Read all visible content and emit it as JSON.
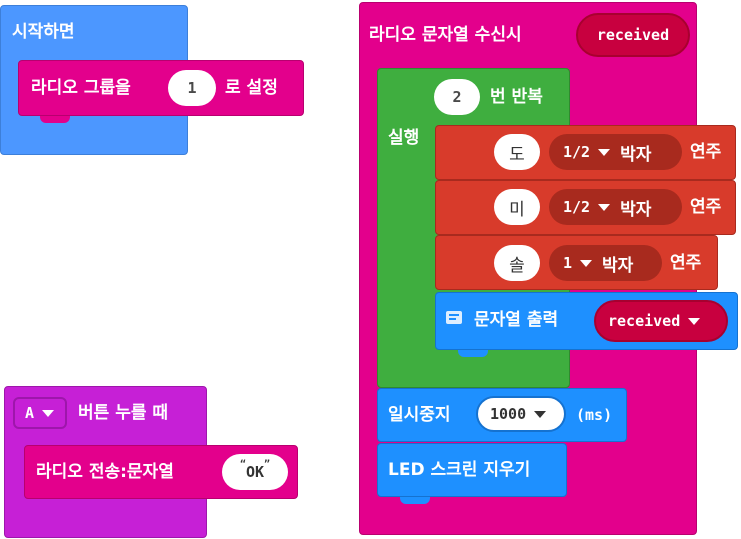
{
  "colors": {
    "event": "#4c97ff",
    "radio": "#e3008c",
    "radio_dark": "#b8006f",
    "loop": "#3fae3f",
    "music": "#d83b2b",
    "music_dark": "#a82a1e",
    "basic": "#1e90ff",
    "input": "#c620d6"
  },
  "on_start": {
    "label": "시작하면",
    "radio_group": {
      "prefix": "라디오 그룹을",
      "value": "1",
      "suffix": "로 설정"
    }
  },
  "on_button": {
    "button_option": "A",
    "label": "버튼 누를 때",
    "send": {
      "prefix": "라디오 전송:문자열",
      "value": "OK"
    }
  },
  "on_radio": {
    "label": "라디오 문자열 수신시",
    "param": "received",
    "repeat": {
      "count": "2",
      "label": "번 반복",
      "do_label": "실행",
      "notes": [
        {
          "note": "도",
          "beat": "1/2",
          "beat_unit": "박자",
          "play": "연주"
        },
        {
          "note": "미",
          "beat": "1/2",
          "beat_unit": "박자",
          "play": "연주"
        },
        {
          "note": "솔",
          "beat": "1",
          "beat_unit": "박자",
          "play": "연주"
        }
      ],
      "serial": {
        "label": "문자열 출력",
        "value": "received"
      }
    },
    "pause": {
      "label": "일시중지",
      "value": "1000",
      "unit": "(ms)"
    },
    "clear": {
      "label": "LED 스크린 지우기"
    }
  }
}
